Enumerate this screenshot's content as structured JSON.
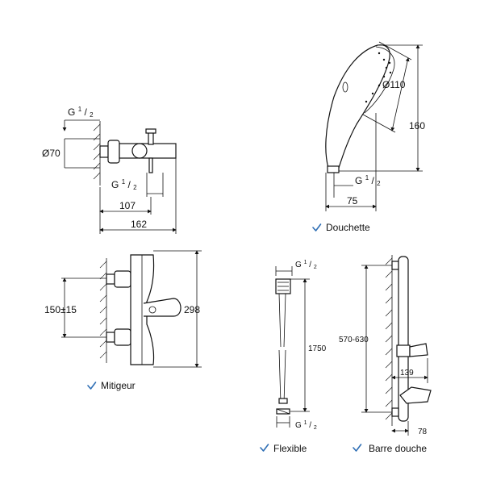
{
  "colors": {
    "check": "#2f6fb5",
    "line": "#111111"
  },
  "captions": {
    "douchette": "Douchette",
    "mitigeur": "Mitigeur",
    "flexible": "Flexible",
    "barre": "Barre douche"
  },
  "thread": {
    "g": "G",
    "num": "1",
    "den": "2"
  },
  "dims": {
    "top_g": "G",
    "d70": "Ø70",
    "d107": "107",
    "d162": "162",
    "d110": "Ø110",
    "d160": "160",
    "d75": "75",
    "d150": "150±15",
    "d298": "298",
    "d1750": "1750",
    "d570": "570-630",
    "d139": "139",
    "d78": "78"
  }
}
